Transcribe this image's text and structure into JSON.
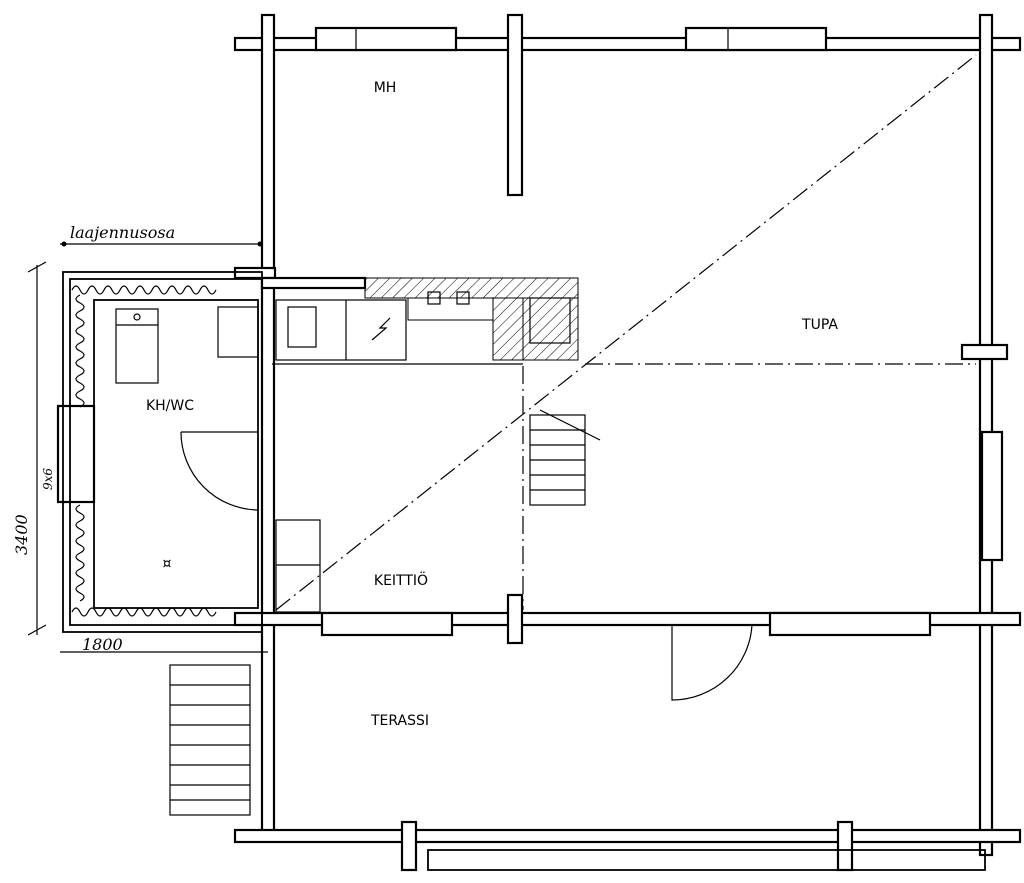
{
  "title": "Floor plan",
  "rooms": {
    "mh": "MH",
    "tupa": "TUPA",
    "khwc": "KH/WC",
    "keittio": "KEITTIÖ",
    "terassi": "TERASSI"
  },
  "annotations": {
    "extension": "laajennusosa",
    "height_dim": "3400",
    "width_dim": "1800",
    "window_size": "9x6"
  }
}
